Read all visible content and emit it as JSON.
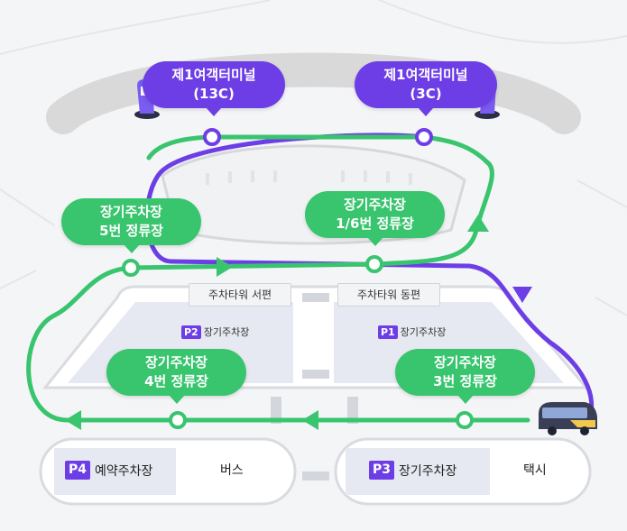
{
  "terminals": [
    {
      "line1": "제1여객터미널",
      "line2": "(13C)"
    },
    {
      "line1": "제1여객터미널",
      "line2": "(3C)"
    }
  ],
  "stops": [
    {
      "line1": "장기주차장",
      "line2": "5번 정류장"
    },
    {
      "line1": "장기주차장",
      "line2": "1/6번 정류장"
    },
    {
      "line1": "장기주차장",
      "line2": "4번 정류장"
    },
    {
      "line1": "장기주차장",
      "line2": "3번 정류장"
    }
  ],
  "towers": {
    "west": "주차타워 서편",
    "east": "주차타워 동편"
  },
  "parking_labels": {
    "p2": {
      "badge": "P2",
      "label": "장기주차장"
    },
    "p1": {
      "badge": "P1",
      "label": "장기주차장"
    }
  },
  "zones": {
    "p4": {
      "badge": "P4",
      "label": "예약주차장",
      "side": "버스"
    },
    "p3": {
      "badge": "P3",
      "label": "장기주차장",
      "side": "택시"
    }
  },
  "colors": {
    "route_green": "#39c46e",
    "route_purple": "#6d3ee6",
    "lot_fill": "#e6e9f1",
    "road": "#dcdcdc"
  },
  "icons": {
    "terminal": "boarding-gate-icon",
    "shuttle": "shuttle-bus-icon"
  }
}
